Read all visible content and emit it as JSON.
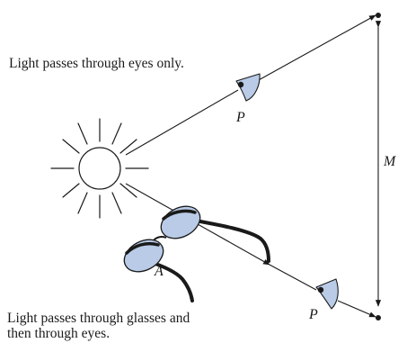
{
  "captions": {
    "top": "Light passes through eyes only.",
    "bottom_line1": "Light passes through glasses and",
    "bottom_line2": "then through eyes."
  },
  "labels": {
    "eye_top": "P",
    "eye_bottom": "P",
    "glasses": "A",
    "segment": "M"
  },
  "colors": {
    "line": "#1a1a1a",
    "lens_fill": "#b9cbe6",
    "eye_fill": "#b9cbe6",
    "frame": "#1a1a1a"
  },
  "icons": {
    "sun": "sun-icon",
    "glasses": "glasses-icon",
    "eye_top": "eye-icon",
    "eye_bottom": "eye-icon"
  }
}
